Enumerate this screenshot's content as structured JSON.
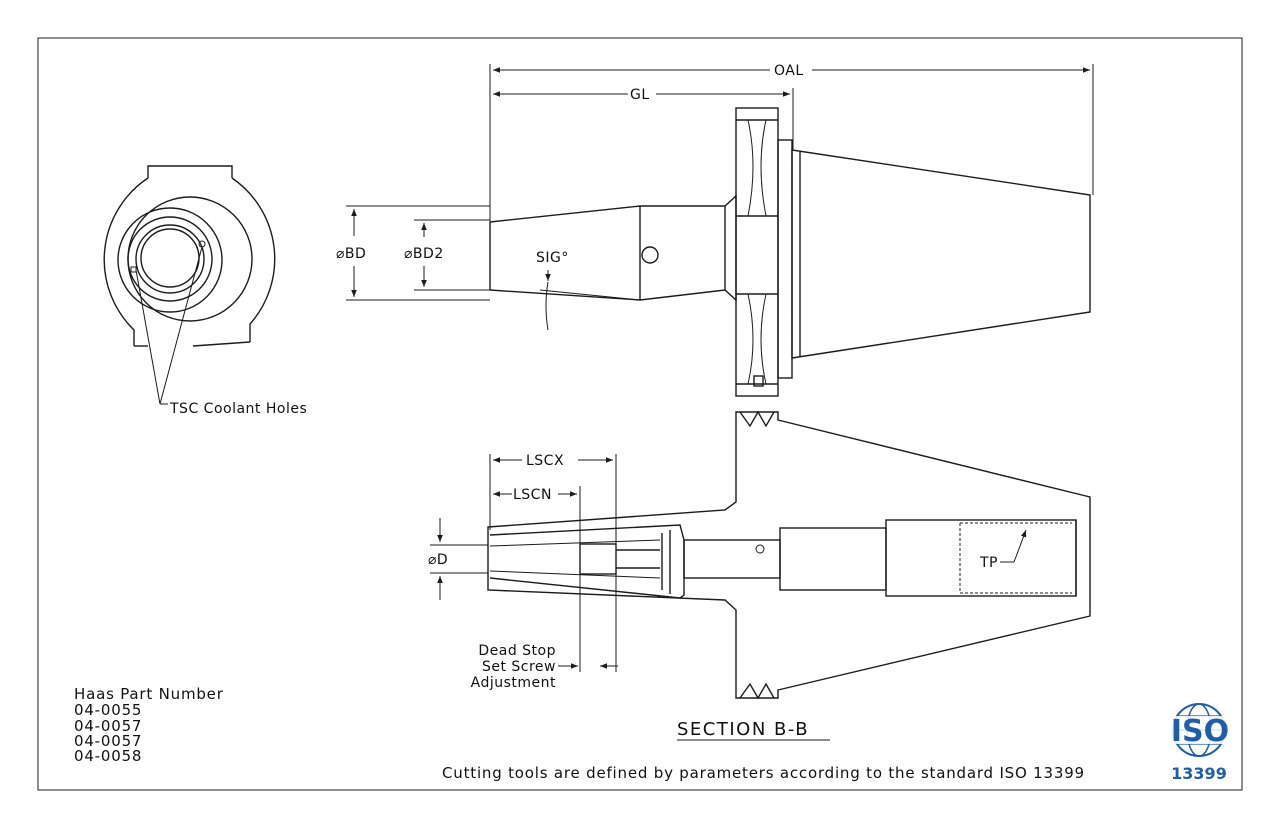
{
  "dimensions": {
    "oal": "OAL",
    "gl": "GL",
    "bd": "⌀BD",
    "bd2": "⌀BD2",
    "sig": "SIG°",
    "lscx": "LSCX",
    "lscn": "LSCN",
    "d": "⌀D",
    "tp": "TP"
  },
  "end_view": {
    "callout": "TSC Coolant Holes"
  },
  "section": {
    "title": "SECTION B-B",
    "dead_stop_lines": [
      "Dead Stop",
      "Set Screw",
      "Adjustment"
    ]
  },
  "part_numbers": {
    "heading": "Haas Part Number",
    "items": [
      "04-0055",
      "04-0057",
      "04-0057",
      "04-0058"
    ]
  },
  "footer_note": "Cutting tools are defined by parameters according to the standard ISO 13399",
  "iso_logo": {
    "text": "ISO",
    "number": "13399",
    "color": "#1f5ea8"
  }
}
